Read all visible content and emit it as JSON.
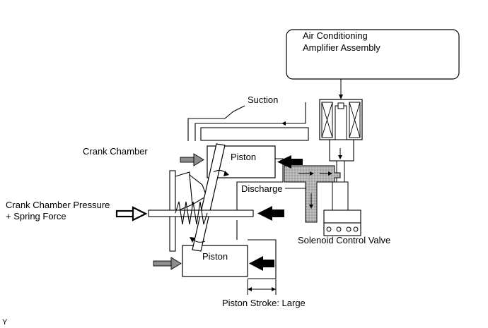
{
  "labels": {
    "amplifier_line1": "Air Conditioning",
    "amplifier_line2": "Amplifier Assembly",
    "suction": "Suction",
    "crank_chamber": "Crank Chamber",
    "piston_upper": "Piston",
    "piston_lower": "Piston",
    "discharge": "Discharge",
    "pressure_line1": "Crank Chamber Pressure",
    "pressure_line2": "+ Spring Force",
    "solenoid_valve": "Solenoid Control Valve",
    "piston_stroke": "Piston Stroke: Large",
    "figure_code": "Y"
  },
  "colors": {
    "line": "#000000",
    "gray_arrow": "#8c8c8c",
    "gas_fill": "#a8a8a8",
    "background": "#ffffff"
  }
}
